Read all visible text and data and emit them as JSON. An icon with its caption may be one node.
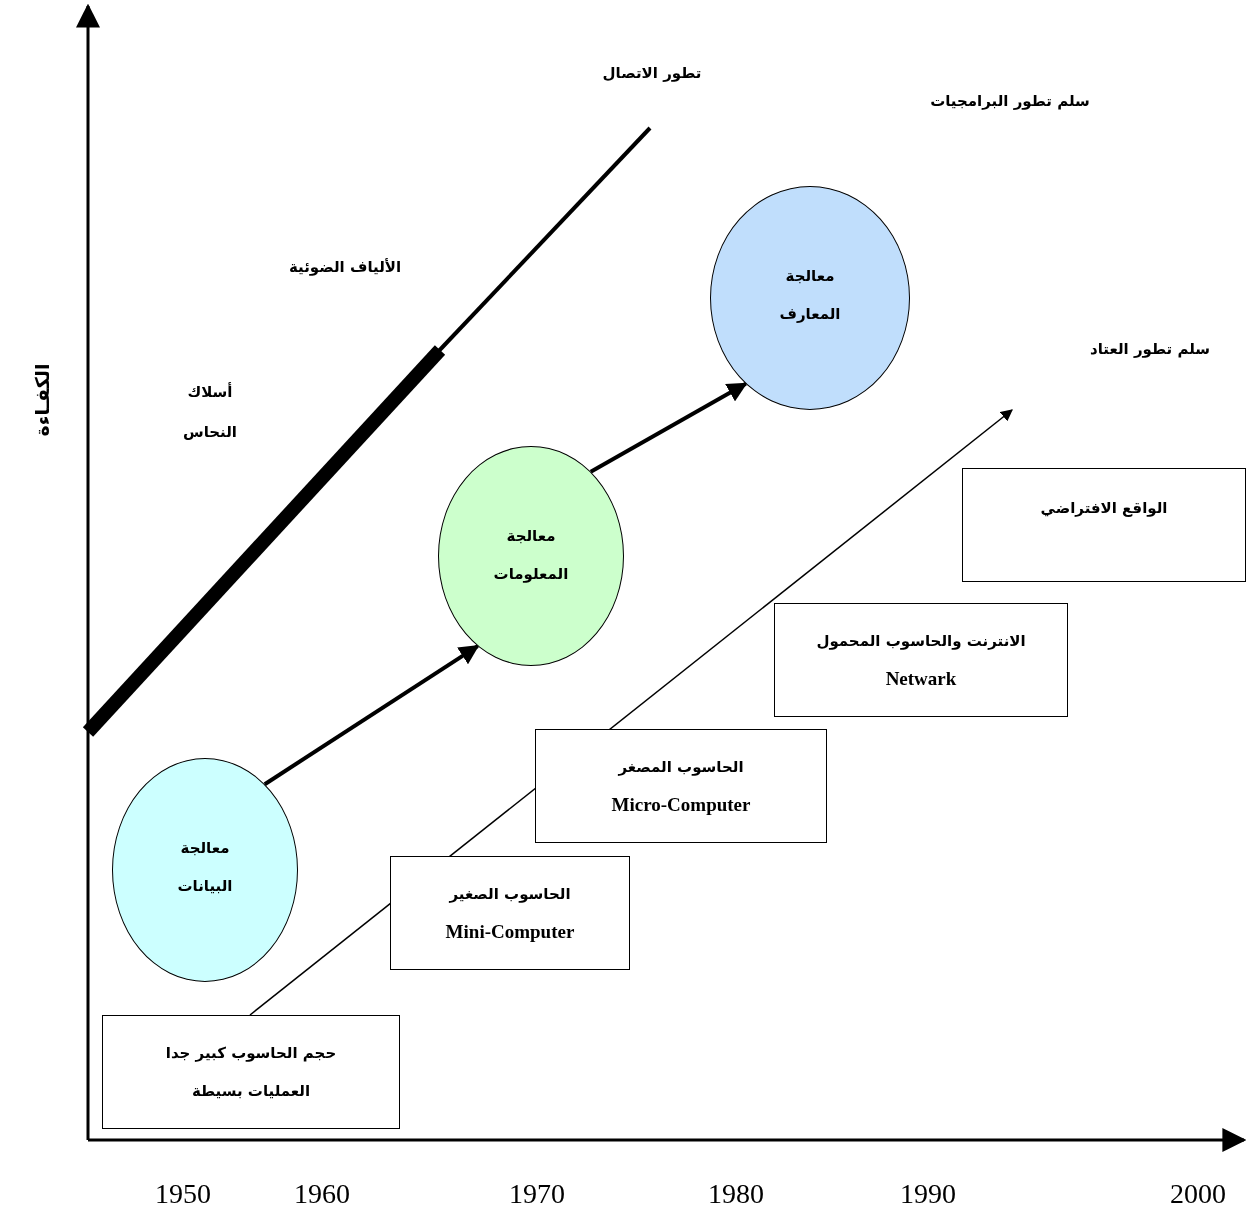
{
  "diagram": {
    "nodes": [
      {
        "text": [
          "معالجة المعارف"
        ]
      },
      {
        "text": [
          "الواقع الافتراضي"
        ]
      },
      {
        "text": [
          "معالجة المعلومات"
        ]
      },
      {
        "text": [
          "الانترنت والحاسوب المحمول",
          "Netwark"
        ]
      },
      {
        "text": [
          "الحاسوب المصغر",
          "Micro-Computer"
        ]
      },
      {
        "text": [
          "معالجة البيانات"
        ]
      },
      {
        "text": [
          "الحاسوب الصغير",
          "Mini-Computer"
        ]
      },
      {
        "text": [
          "حجم الحاسوب كبير جدا",
          "العمليات بسيطة"
        ]
      }
    ],
    "edges": [
      {
        "from": 5,
        "to": 2,
        "arrow": "to"
      },
      {
        "from": 2,
        "to": 0,
        "arrow": "to"
      },
      {
        "from": 7,
        "to": null,
        "arrow": "to"
      }
    ],
    "labels": [
      "تطور الاتصال",
      "سلم تطور البرامجيات",
      "الألياف الضوئية",
      "أسلاك النحاس",
      "سلم تطور العتاد",
      "الكفـاءة",
      "1950",
      "1960",
      "1970",
      "1980",
      "1990",
      "2000"
    ]
  }
}
